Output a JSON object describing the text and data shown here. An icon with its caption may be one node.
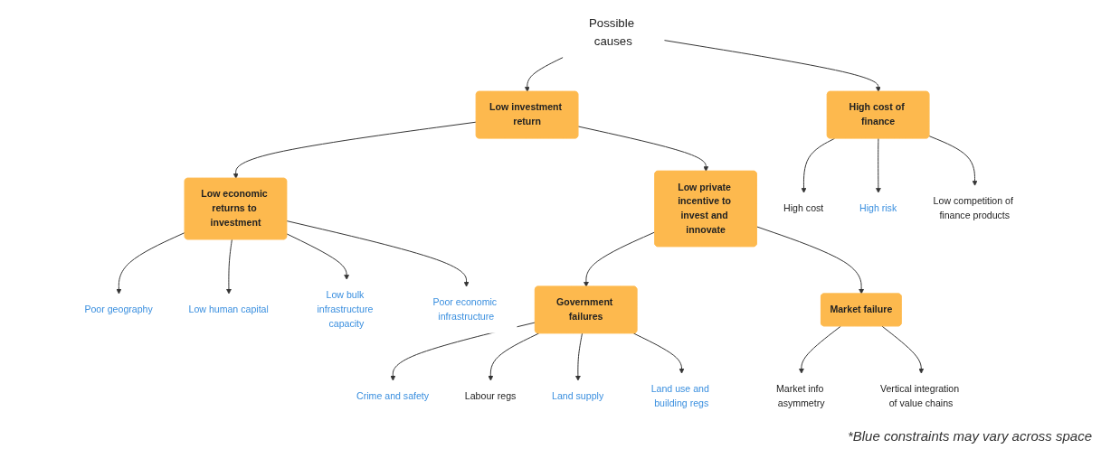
{
  "diagram": {
    "nodes": [
      {
        "text": [
          "Possible causes"
        ]
      },
      {
        "text": [
          "Low investment return"
        ]
      },
      {
        "text": [
          "High cost of finance"
        ]
      },
      {
        "text": [
          "Low economic returns to investment"
        ]
      },
      {
        "text": [
          "Low private incentive to invest and innovate"
        ]
      },
      {
        "text": [
          "Poor geography"
        ]
      },
      {
        "text": [
          "Low human capital"
        ]
      },
      {
        "text": [
          "Low bulk infrastructure capacity"
        ]
      },
      {
        "text": [
          "Poor economic infrastructure"
        ]
      },
      {
        "text": [
          "Government failures"
        ]
      },
      {
        "text": [
          "Market failure"
        ]
      },
      {
        "text": [
          "Crime and safety"
        ]
      },
      {
        "text": [
          "Labour regs"
        ]
      },
      {
        "text": [
          "Land supply"
        ]
      },
      {
        "text": [
          "Land use and building regs"
        ]
      },
      {
        "text": [
          "Market info asymmetry"
        ]
      },
      {
        "text": [
          "Vertical integration of value chains"
        ]
      },
      {
        "text": [
          "High cost"
        ]
      },
      {
        "text": [
          "High risk"
        ]
      },
      {
        "text": [
          "Low competition of finance products"
        ]
      }
    ],
    "edges": [
      {
        "from": 0,
        "to": 1,
        "arrow": "to"
      },
      {
        "from": 0,
        "to": 2,
        "arrow": "to"
      },
      {
        "from": 1,
        "to": 3,
        "arrow": "to"
      },
      {
        "from": 1,
        "to": 4,
        "arrow": "to"
      },
      {
        "from": 3,
        "to": 5,
        "arrow": "to"
      },
      {
        "from": 3,
        "to": 6,
        "arrow": "to"
      },
      {
        "from": 3,
        "to": 7,
        "arrow": "to"
      },
      {
        "from": 3,
        "to": 8,
        "arrow": "to"
      },
      {
        "from": 4,
        "to": 9,
        "arrow": "to"
      },
      {
        "from": 4,
        "to": 10,
        "arrow": "to"
      },
      {
        "from": 9,
        "to": 11,
        "arrow": "to"
      },
      {
        "from": 9,
        "to": 12,
        "arrow": "to"
      },
      {
        "from": 9,
        "to": 13,
        "arrow": "to"
      },
      {
        "from": 9,
        "to": 14,
        "arrow": "to"
      },
      {
        "from": 10,
        "to": 15,
        "arrow": "to"
      },
      {
        "from": 10,
        "to": 16,
        "arrow": "to"
      },
      {
        "from": 2,
        "to": 17,
        "arrow": "to"
      },
      {
        "from": 2,
        "to": 18,
        "arrow": "to"
      },
      {
        "from": 2,
        "to": 19,
        "arrow": "to"
      }
    ],
    "labels": [
      "*Blue constraints may vary across space"
    ]
  }
}
